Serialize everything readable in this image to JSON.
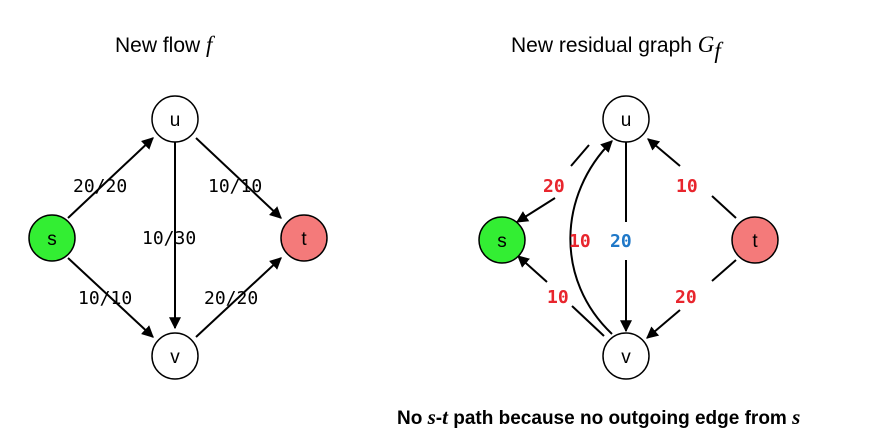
{
  "colors": {
    "source_fill": "#33ee33",
    "sink_fill": "#f47a7a",
    "node_fill": "#ffffff",
    "backward_edge": "#e8252d",
    "forward_edge": "#1f78c8"
  },
  "left_graph": {
    "title": "New flow",
    "title_var": "f",
    "nodes": {
      "s": "s",
      "u": "u",
      "v": "v",
      "t": "t"
    },
    "edges": {
      "s_u": "20/20",
      "u_t": "10/10",
      "u_v": "10/30",
      "s_v": "10/10",
      "v_t": "20/20"
    }
  },
  "right_graph": {
    "title": "New residual graph",
    "title_var": "G",
    "title_sub": "f",
    "nodes": {
      "s": "s",
      "u": "u",
      "v": "v",
      "t": "t"
    },
    "edges": {
      "u_s": "20",
      "t_u": "10",
      "v_u": "10",
      "u_v": "20",
      "v_s": "10",
      "t_v": "20"
    }
  },
  "caption": {
    "prefix": "No",
    "var_s": "s",
    "dash": "-",
    "var_t": "t",
    "middle": "path because no outgoing edge from",
    "var_end": "s"
  }
}
